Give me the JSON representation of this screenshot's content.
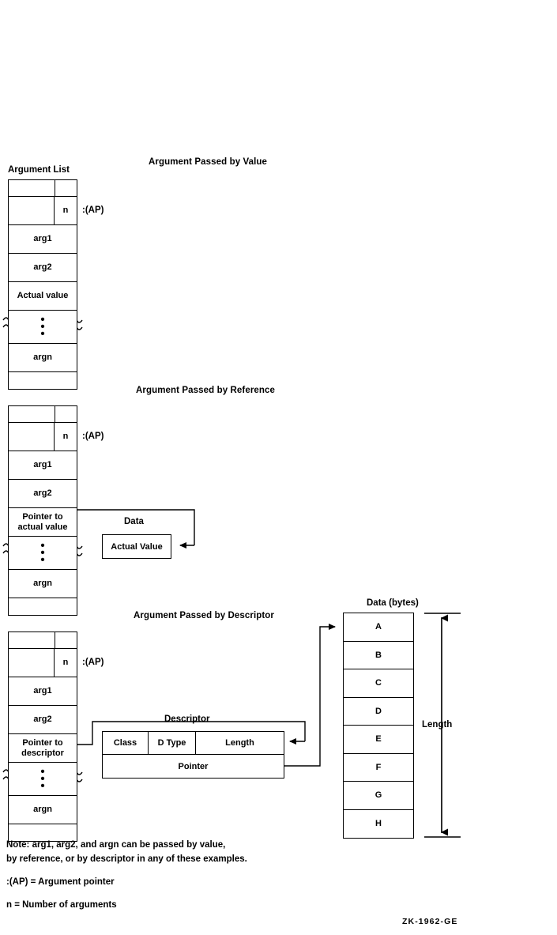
{
  "figure": {
    "id_label": "ZK-1962-GE",
    "list_caption": "Argument List"
  },
  "sections": [
    {
      "title": "Argument Passed by Value",
      "ap_label": ":(AP)",
      "rows": [
        "",
        "n",
        "arg1",
        "arg2",
        "Actual value",
        "",
        "argn",
        ""
      ]
    },
    {
      "title": "Argument Passed by Reference",
      "ap_label": ":(AP)",
      "rows": [
        "",
        "n",
        "arg1",
        "arg2",
        "Pointer to actual value",
        "",
        "argn",
        ""
      ],
      "data_box": {
        "caption": "Data",
        "value": "Actual Value"
      }
    },
    {
      "title": "Argument Passed by Descriptor",
      "ap_label": ":(AP)",
      "rows": [
        "",
        "n",
        "arg1",
        "arg2",
        "Pointer to descriptor",
        "",
        "argn",
        ""
      ],
      "descriptor": {
        "caption": "Descriptor",
        "class_label": "Class",
        "dtype_label": "D Type",
        "length_label": "Length",
        "pointer_label": "Pointer"
      },
      "data_bytes": {
        "caption": "Data (bytes)",
        "bytes": [
          "A",
          "B",
          "C",
          "D",
          "E",
          "F",
          "G",
          "H"
        ],
        "dimension_label": "Length"
      }
    }
  ],
  "labels": {
    "n_value": "n",
    "arg1": "arg1",
    "arg2": "arg2",
    "argn": "argn",
    "actual_value_row": "Actual value",
    "pointer_to_actual_value": "Pointer to\nactual value",
    "pointer_to_descriptor": "Pointer to\ndescriptor",
    "ellipsis": "•\n•\n•"
  },
  "notes": {
    "line1": "Note: arg1, arg2, and argn  can be passed by value,",
    "line2": "by reference, or by descriptor in any of these examples.",
    "ap_legend": ":(AP) = Argument pointer",
    "n_legend": "n = Number of arguments"
  },
  "colors": {
    "stroke": "#000000",
    "background": "#ffffff"
  }
}
